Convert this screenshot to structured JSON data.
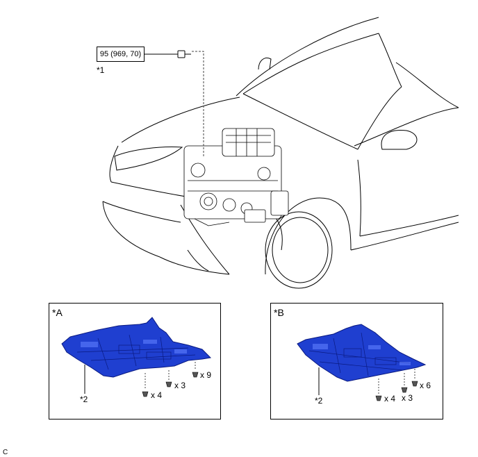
{
  "torque_spec": "95 (969, 70)",
  "callout_1": "*1",
  "footer_code": "C",
  "insets": [
    {
      "label": "*A",
      "part_callout": "*2",
      "fasteners": [
        {
          "text": "x 4"
        },
        {
          "text": "x 3"
        },
        {
          "text": "x 9"
        }
      ]
    },
    {
      "label": "*B",
      "part_callout": "*2",
      "fasteners": [
        {
          "text": "x 4"
        },
        {
          "text": "x 3"
        },
        {
          "text": "x 6"
        }
      ]
    }
  ],
  "colors": {
    "undercover": "#1f3fd0",
    "undercover_dark": "#0a1a80",
    "line": "#000000",
    "dash": "#444444"
  }
}
